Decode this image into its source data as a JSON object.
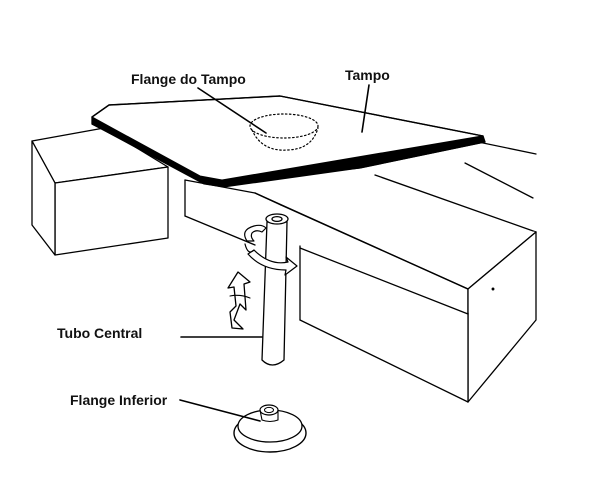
{
  "labels": {
    "flange_tampo": "Flange do Tampo",
    "tampo": "Tampo",
    "tubo_central": "Tubo Central",
    "flange_inferior": "Flange Inferior"
  },
  "icons": {
    "rotation": "rotation-arrow-icon",
    "vertical_motion": "double-vertical-arrow-icon"
  },
  "colors": {
    "line": "#000000",
    "background": "#ffffff"
  }
}
